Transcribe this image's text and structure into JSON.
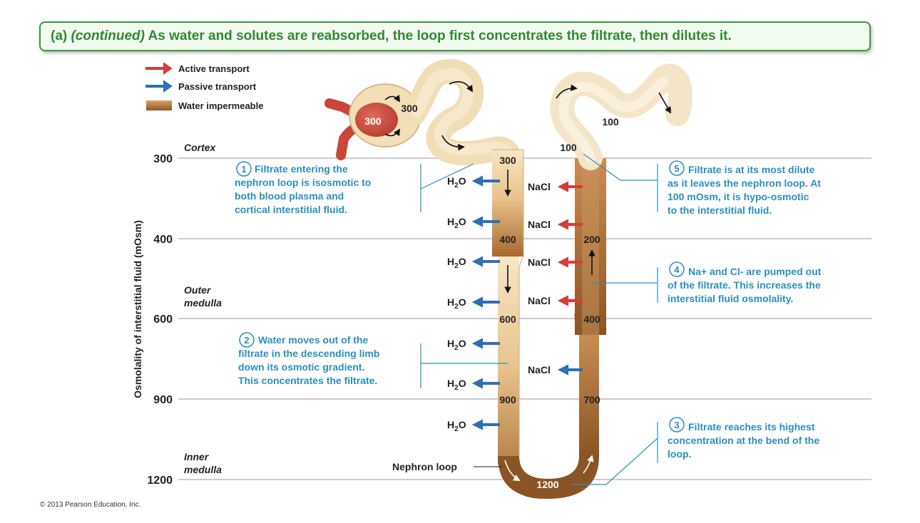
{
  "title": {
    "prefix": "(a)",
    "italic": "(continued)",
    "main": "As water and solutes are reabsorbed, the loop first concentrates the filtrate, then dilutes it."
  },
  "legend": [
    {
      "label": "Active transport",
      "color": "#d93a3a",
      "icon": "red-arrow-icon"
    },
    {
      "label": "Passive transport",
      "color": "#2f6fb5",
      "icon": "blue-arrow-icon"
    },
    {
      "label": "Water impermeable",
      "color": "#b47a40",
      "icon": "brown-bar-icon"
    }
  ],
  "axis": {
    "label": "Osmolality of interstitial fluid (mOsm)",
    "ticks": [
      "300",
      "400",
      "600",
      "900",
      "1200"
    ]
  },
  "zones": {
    "cortex": "Cortex",
    "outer": [
      "Outer",
      "medulla"
    ],
    "inner": [
      "Inner",
      "medulla"
    ]
  },
  "values": {
    "vessel": "300",
    "bowman": "300",
    "distal": "100",
    "distal_start": "100",
    "d300": "300",
    "d400": "400",
    "d600": "600",
    "d900": "900",
    "bend": "1200",
    "a200": "200",
    "a400": "400",
    "a700": "700"
  },
  "water_label": "H",
  "water_sub": "2",
  "water_end": "O",
  "nacl_label": "NaCl",
  "nephron_loop_label": "Nephron loop",
  "callouts": {
    "c1": {
      "num": "1",
      "lines": [
        "Filtrate entering the",
        "nephron loop is isosmotic to",
        "both blood plasma and",
        "cortical interstitial fluid."
      ]
    },
    "c2": {
      "num": "2",
      "lines": [
        "Water moves out of the",
        "filtrate in the descending limb",
        "down its osmotic gradient.",
        "This concentrates the filtrate."
      ]
    },
    "c3": {
      "num": "3",
      "lines": [
        "Filtrate reaches its highest",
        "concentration at the bend of the",
        "loop."
      ]
    },
    "c4": {
      "num": "4",
      "lines": [
        "Na+ and Cl- are pumped out",
        "of the filtrate. This increases the",
        "interstitial fluid osmolality."
      ]
    },
    "c5": {
      "num": "5",
      "lines": [
        "Filtrate is at its most dilute",
        "as it leaves the nephron loop. At",
        "100 mOsm, it is hypo-osmotic",
        "to the interstitial fluid."
      ]
    }
  },
  "copyright": "© 2013 Pearson Education, Inc.",
  "colors": {
    "green": "#2f8a2f",
    "teal": "#2a8fbf",
    "red": "#d93a3a",
    "blue": "#2f6fb5"
  }
}
